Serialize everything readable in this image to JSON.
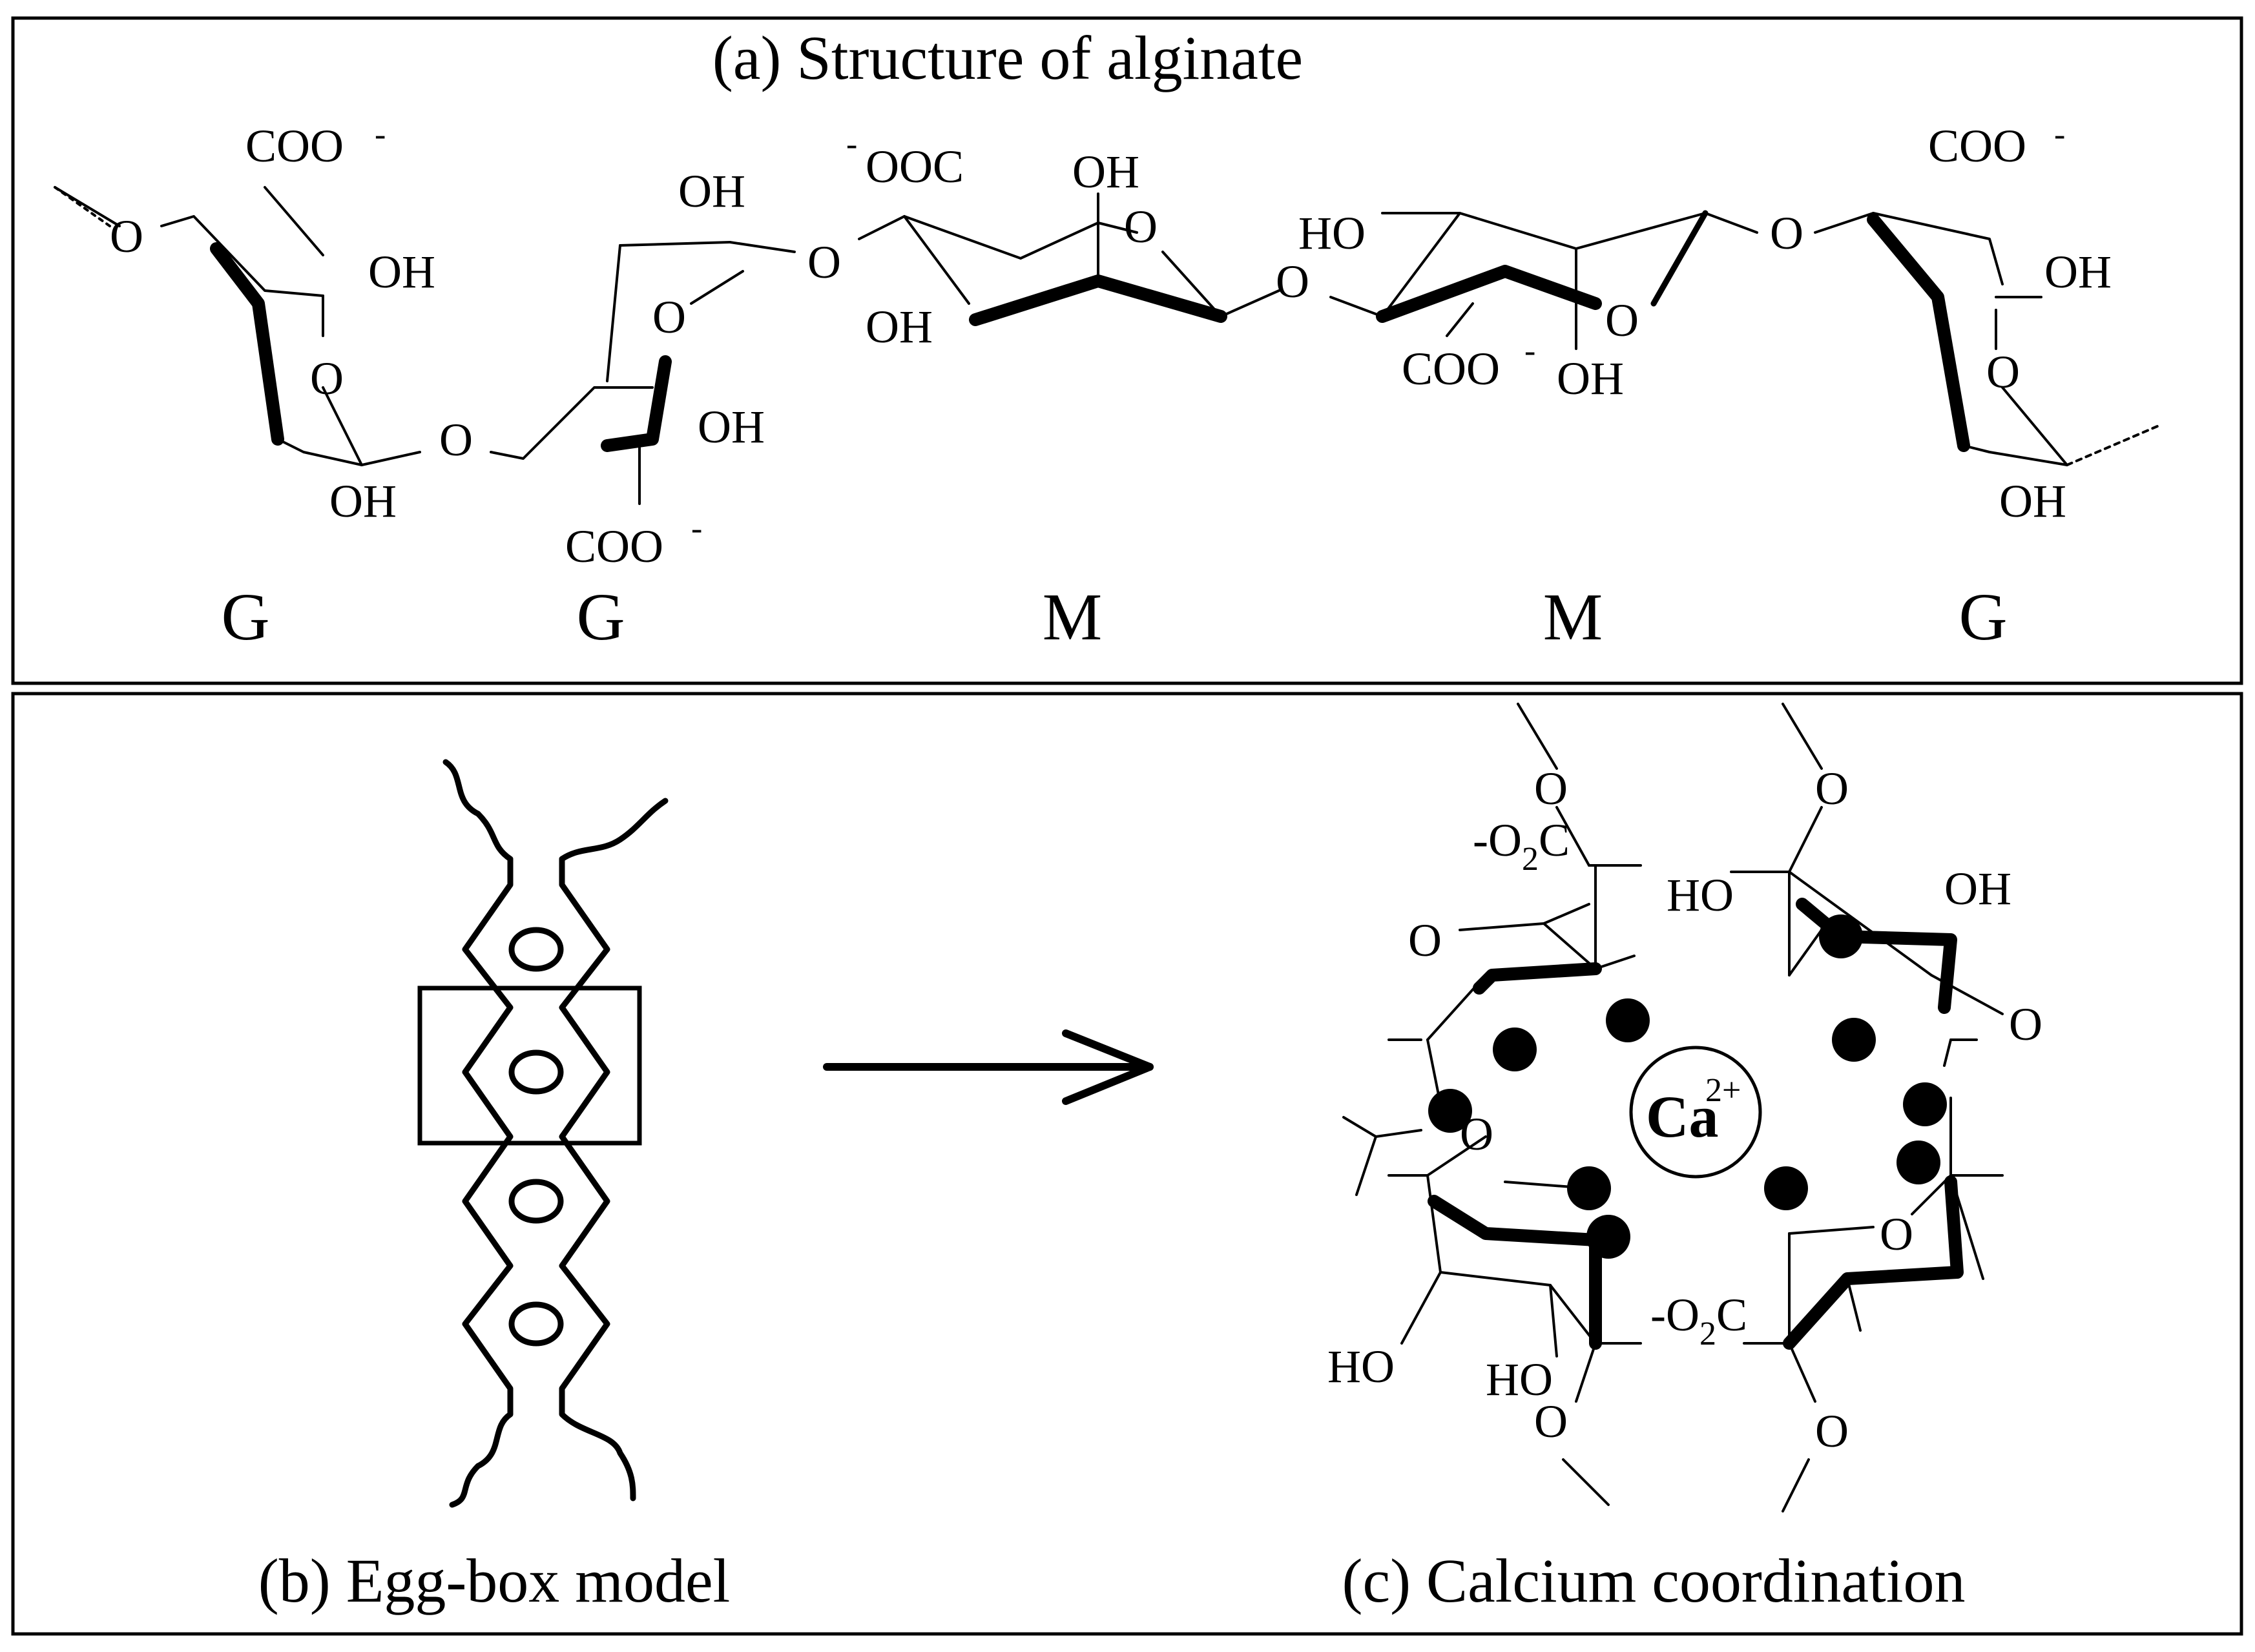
{
  "panels": {
    "a": {
      "caption_letter": "(a)",
      "caption_text": "Structure of alginate",
      "units": [
        "G",
        "G",
        "M",
        "M",
        "G"
      ],
      "labels": {
        "g1_coo": "COO",
        "g1_coo_charge": "-",
        "g1_oh_top": "OH",
        "g1_o_ring": "O",
        "g1_oh_bottom": "OH",
        "g1_o_left": "O",
        "link_o_1": "O",
        "g2_oh_top": "OH",
        "g2_o_ring": "O",
        "g2_oh_right": "OH",
        "g2_coo": "COO",
        "g2_coo_charge": "-",
        "link_o_2": "O",
        "m1_ooc": "OOC",
        "m1_ooc_charge": "-",
        "m1_oh_top": "OH",
        "m1_o_ring": "O",
        "m1_oh_left": "OH",
        "link_o_3": "O",
        "m2_ho": "HO",
        "m2_o_ring": "O",
        "m2_coo": "COO",
        "m2_coo_charge": "-",
        "m2_oh": "OH",
        "link_o_4": "O",
        "g3_coo": "COO",
        "g3_coo_charge": "-",
        "g3_oh_top": "OH",
        "g3_o_ring": "O",
        "g3_oh_bottom": "OH"
      }
    },
    "b": {
      "caption_letter": "(b)",
      "caption_text": "Egg-box model"
    },
    "c": {
      "caption_letter": "(c)",
      "caption_text": "Calcium coordination",
      "ion": "Ca",
      "ion_charge": "2+",
      "labels": {
        "o_top_left": "O",
        "o_top_right": "O",
        "o2c_top": "-O",
        "o2c_top_sub": "2",
        "o2c_top_c": "C",
        "ho_top": "HO",
        "oh_top": "OH",
        "o_left_upper": "O",
        "o_right_mid": "O",
        "o_left_mid": "O",
        "o_right_lower": "O",
        "o2c_bottom": "-O",
        "o2c_bottom_sub": "2",
        "o2c_bottom_c": "C",
        "ho_bottom_left": "HO",
        "ho_bottom_mid": "HO",
        "o_bottom_left": "O",
        "o_bottom_right": "O"
      }
    }
  },
  "colors": {
    "ink": "#000000",
    "background": "#ffffff"
  }
}
